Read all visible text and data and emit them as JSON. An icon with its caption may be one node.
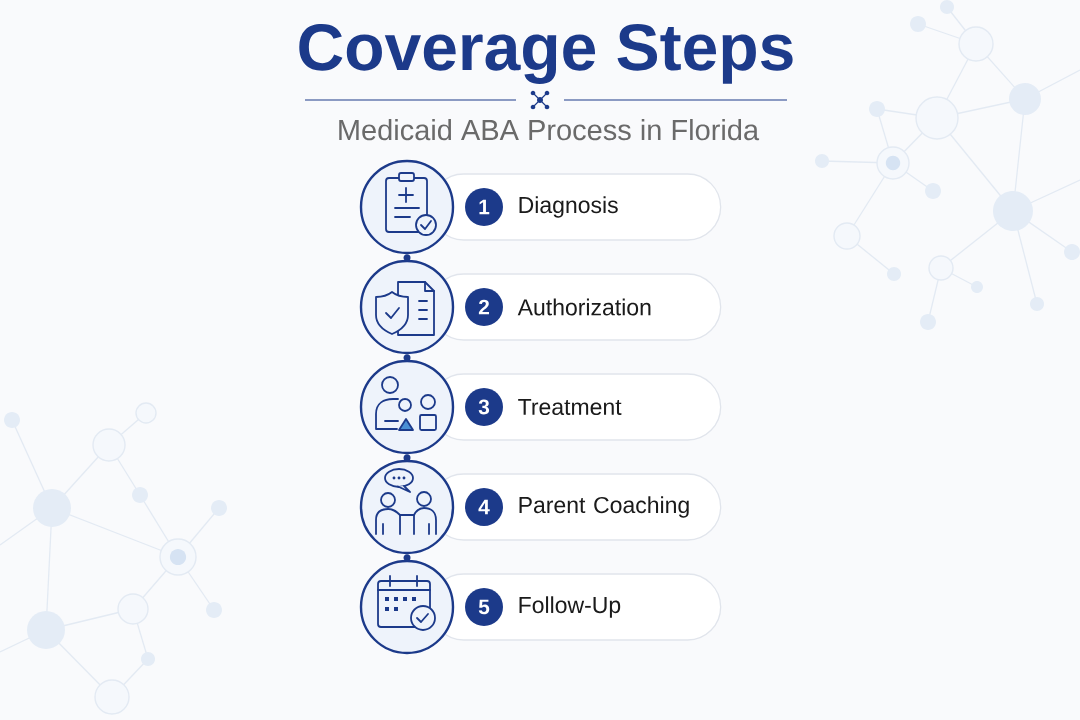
{
  "diagram": {
    "title": "Coverage Steps",
    "nodes": [
      {
        "text": [],
        "shape": "circle"
      },
      {
        "text": [
          "Diagnosis"
        ]
      },
      {
        "text": [
          "1"
        ],
        "in": 1
      },
      {
        "text": [],
        "shape": "circle"
      },
      {
        "text": [
          "Authorization"
        ]
      },
      {
        "text": [
          "2"
        ],
        "in": 4
      },
      {
        "text": [],
        "shape": "circle"
      },
      {
        "text": [
          "Treatment"
        ]
      },
      {
        "text": [
          "3"
        ],
        "in": 7
      },
      {
        "text": [],
        "shape": "circle"
      },
      {
        "text": [
          "Parent Coaching"
        ]
      },
      {
        "text": [
          "4"
        ],
        "in": 10
      },
      {
        "text": [],
        "shape": "circle"
      },
      {
        "text": [
          "Follow-Up"
        ]
      },
      {
        "text": [
          "5"
        ],
        "in": 13
      }
    ],
    "edges": [
      {
        "from": 0,
        "to": 3,
        "arrow": "other"
      },
      {
        "from": 3,
        "to": 6,
        "arrow": "other"
      },
      {
        "from": 6,
        "to": 9,
        "arrow": "other"
      },
      {
        "from": 9,
        "to": 12,
        "arrow": "other"
      }
    ],
    "labels": [
      "Medicaid ABA Process in Florida"
    ]
  }
}
